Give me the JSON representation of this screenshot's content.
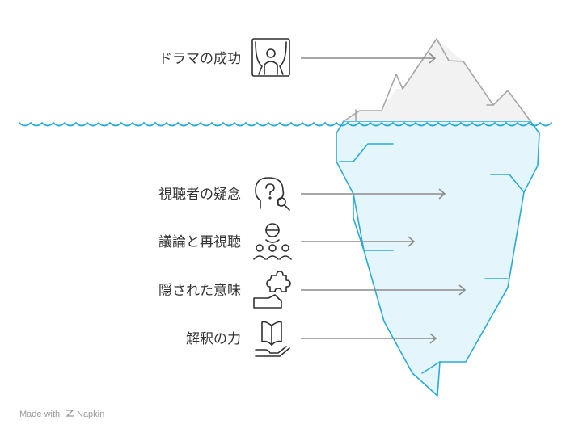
{
  "items": [
    {
      "label": "ドラマの成功",
      "icon": "curtain-person-icon"
    },
    {
      "label": "視聴者の疑念",
      "icon": "head-question-icon"
    },
    {
      "label": "議論と再視聴",
      "icon": "group-discussion-icon"
    },
    {
      "label": "隠された意味",
      "icon": "puzzle-hand-icon"
    },
    {
      "label": "解釈の力",
      "icon": "book-hand-icon"
    }
  ],
  "footer": {
    "made_with": "Made with",
    "brand": "Napkin"
  },
  "colors": {
    "water_line": "#29abd8",
    "iceberg_below_fill": "#e4f6fc",
    "iceberg_below_stroke": "#29abd8",
    "iceberg_above_fill": "#f2f2f2",
    "iceberg_above_stroke": "#a6a6a6",
    "arrow": "#8c8c8c",
    "text": "#333333"
  }
}
